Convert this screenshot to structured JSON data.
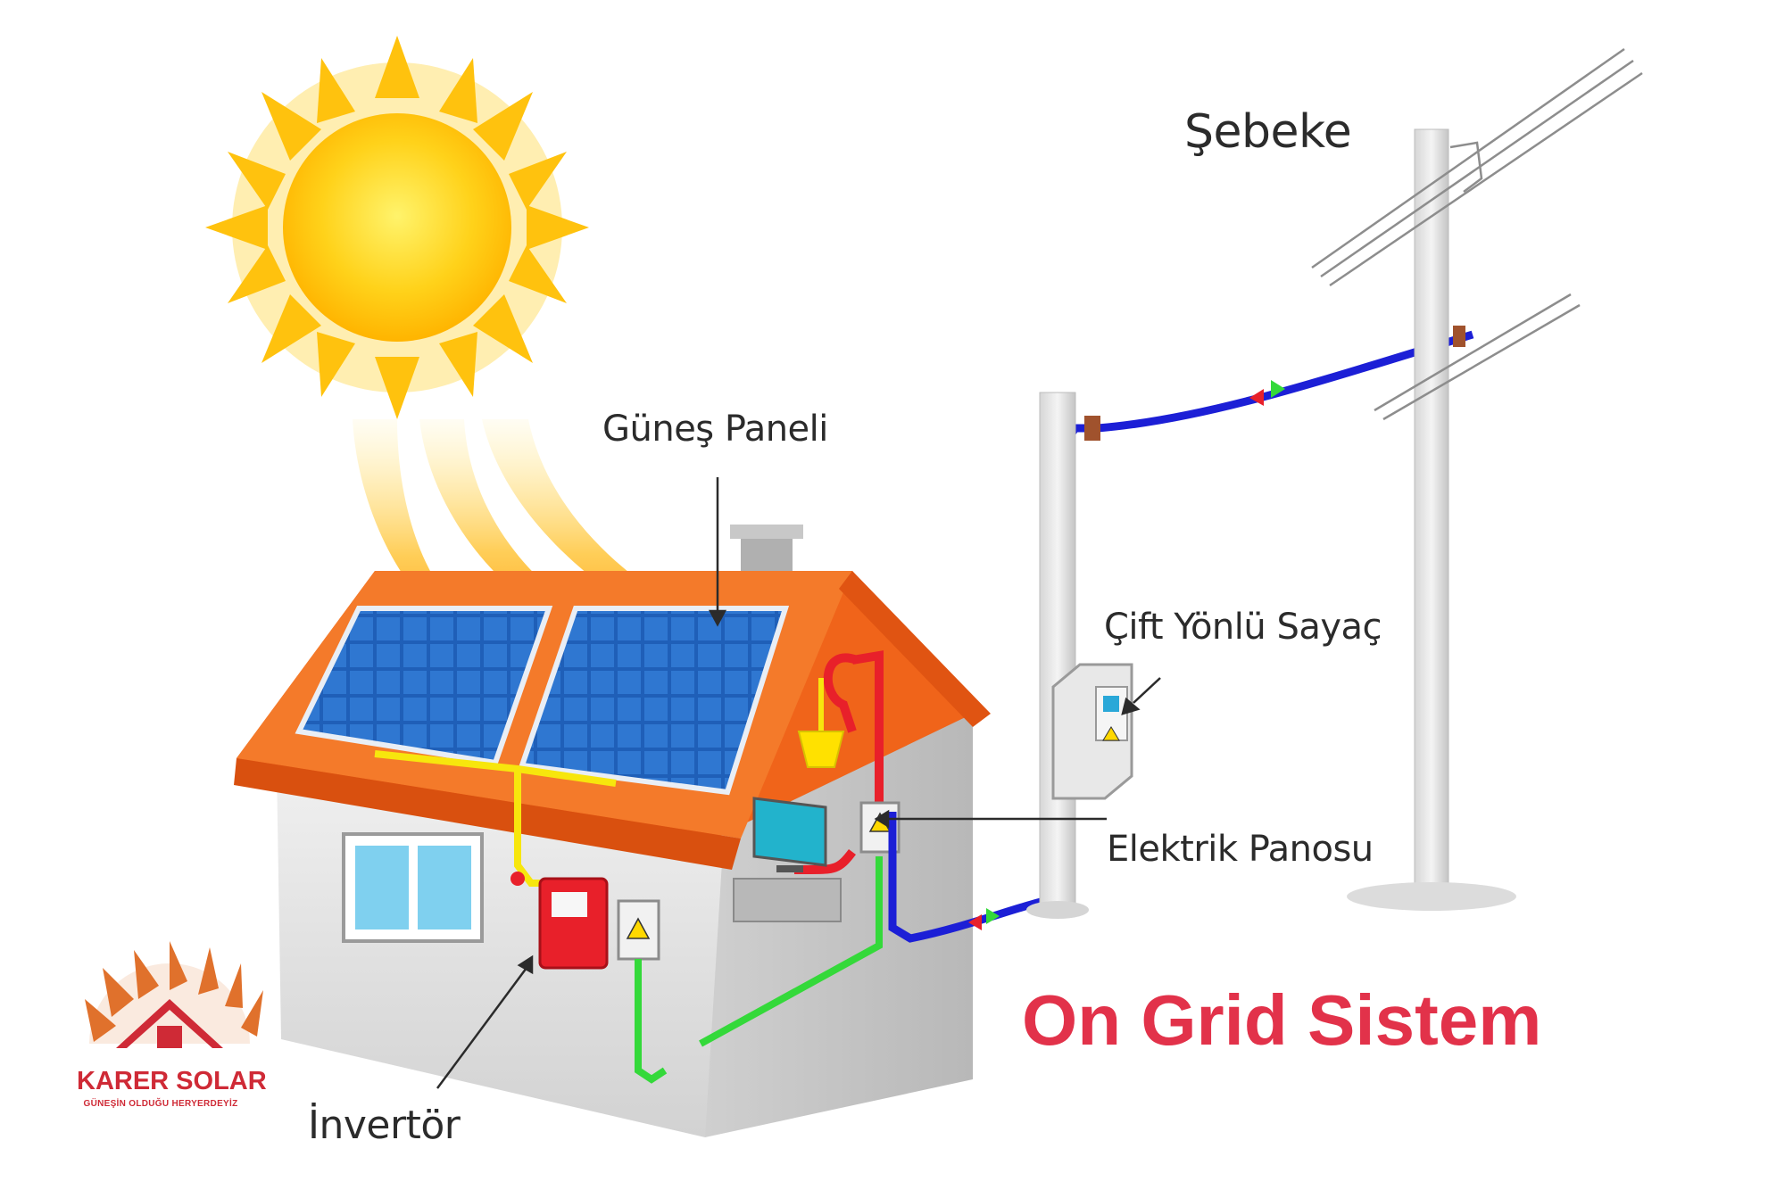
{
  "diagram": {
    "labels": {
      "grid": "Şebeke",
      "solar_panel": "Güneş Paneli",
      "bidirectional_meter": "Çift Yönlü Sayaç",
      "electric_panel": "Elektrik Panosu",
      "inverter": "İnvertör"
    },
    "title": "On Grid Sistem"
  },
  "brand": {
    "name": "KARER SOLAR",
    "slogan": "GÜNEŞİN OLDUĞU HERYERDEYİZ"
  },
  "colors": {
    "title": "#e2324a",
    "brand": "#cf2a36",
    "sun": "#ffc20e",
    "roof": "#f26b1d",
    "panel": "#1f5fb8",
    "dc_line": "#f7e60d",
    "ac_line_red": "#e8202a",
    "green_line": "#34d93a",
    "grid_line": "#1c1fd6"
  }
}
